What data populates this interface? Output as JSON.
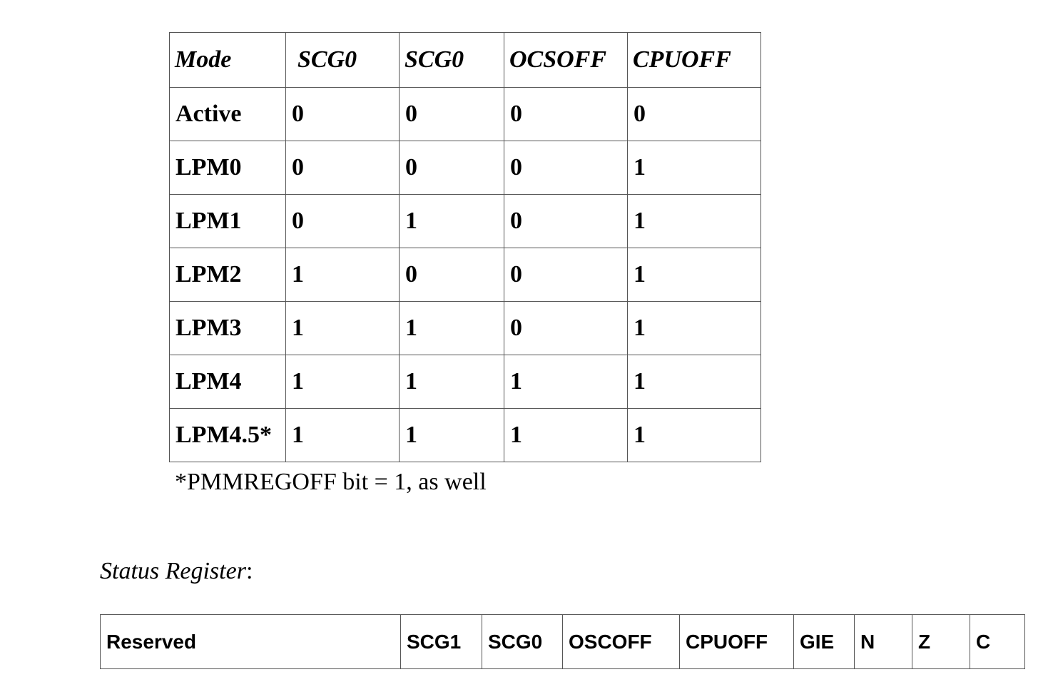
{
  "mode_table": {
    "header": [
      "Mode",
      "SCG0",
      "SCG0",
      "OCSOFF",
      "CPUOFF"
    ],
    "rows": [
      [
        "Active",
        "0",
        "0",
        "0",
        "0"
      ],
      [
        "LPM0",
        "0",
        "0",
        "0",
        "1"
      ],
      [
        "LPM1",
        "0",
        "1",
        "0",
        "1"
      ],
      [
        "LPM2",
        "1",
        "0",
        "0",
        "1"
      ],
      [
        "LPM3",
        "1",
        "1",
        "0",
        "1"
      ],
      [
        "LPM4",
        "1",
        "1",
        "1",
        "1"
      ],
      [
        "LPM4.5*",
        "1",
        "1",
        "1",
        "1"
      ]
    ]
  },
  "footnote": "*PMMREGOFF bit = 1, as well",
  "status_register": {
    "heading": "Status Register",
    "heading_suffix": ":",
    "cells": [
      "Reserved",
      "SCG1",
      "SCG0",
      "OSCOFF",
      "CPUOFF",
      "GIE",
      "N",
      "Z",
      "C"
    ]
  }
}
